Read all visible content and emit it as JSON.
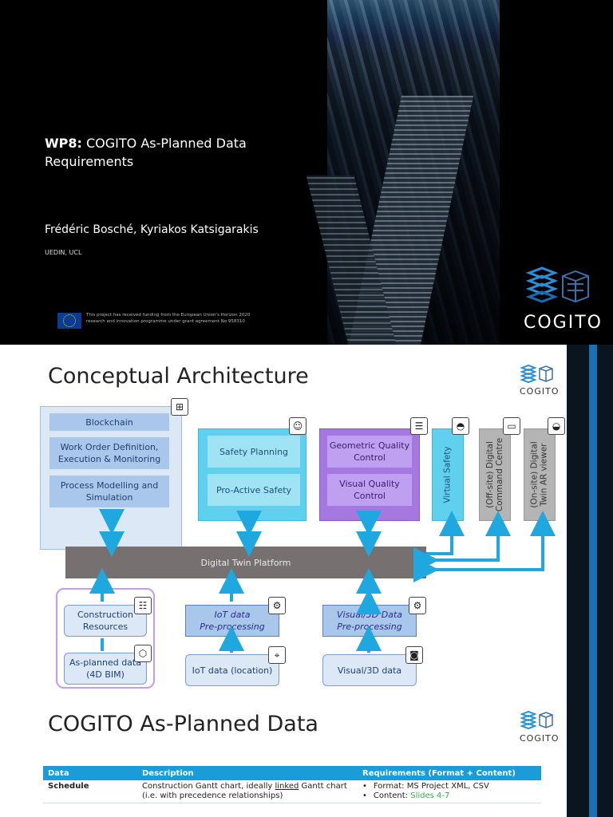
{
  "slide1": {
    "title_bold": "WP8:",
    "title_rest": " COGITO As-Planned Data Requirements",
    "authors": "Frédéric Bosché, Kyriakos Katsigarakis",
    "affiliation": "UEDIN, UCL",
    "funding_line1": "This project has received funding from the European Union's Horizon 2020",
    "funding_line2": "research and innovation programme under grant agreement No 958310",
    "logo_text": "COGITO"
  },
  "slide2": {
    "title": "Conceptual Architecture",
    "logo_text": "COGITO",
    "modules": {
      "blockchain": "Blockchain",
      "work_order": "Work Order Definition, Execution & Monitoring",
      "process_modelling": "Process Modelling and Simulation",
      "safety_planning": "Safety Planning",
      "proactive_safety": "Pro-Active Safety",
      "geometric_qc": "Geometric Quality Control",
      "visual_qc": "Visual Quality Control",
      "virtual_safety": "Virtual Safety",
      "command_centre_1": "(Off-site) Digital",
      "command_centre_2": "Command Centre",
      "ar_viewer_1": "(On-site) Digital",
      "ar_viewer_2": "Twin AR viewer",
      "platform": "Digital Twin Platform",
      "construction_resources": "Construction Resources",
      "as_planned": "As-planned data (4D BIM)",
      "iot_pre_1": "IoT data",
      "iot_pre_2": "Pre-processing",
      "visual_pre_1": "Visual/3D Data",
      "visual_pre_2": "Pre-processing",
      "iot_data": "IoT data (location)",
      "visual_data": "Visual/3D data"
    },
    "colors": {
      "blue_light": "#dce8f6",
      "blue_inner": "#a9c7ea",
      "cyan": "#5fd0ee",
      "cyan_inner": "#9fe3f5",
      "purple": "#a578e0",
      "purple_inner": "#bf9ff0",
      "grey": "#b4b4b4",
      "platform": "#767170",
      "arrow": "#1fa8e0"
    }
  },
  "slide3": {
    "title": "COGITO As-Planned Data",
    "logo_text": "COGITO",
    "headers": [
      "Data",
      "Description",
      "Requirements (Format + Content)"
    ],
    "row1": {
      "data": "Schedule",
      "desc_a": "Construction Gantt chart, ideally ",
      "desc_link": "linked",
      "desc_b": " Gantt chart",
      "desc_c": "(i.e. with precedence relationships)",
      "req1": "Format: MS Project XML, CSV",
      "req2_a": "Content: ",
      "req2_b": "Slides 4-7"
    }
  }
}
